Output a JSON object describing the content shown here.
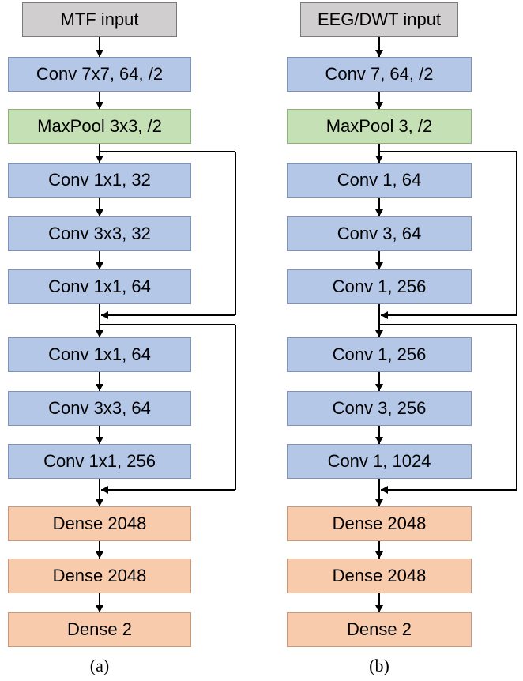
{
  "columns": [
    {
      "blocks": [
        {
          "label": "MTF input",
          "kind": "input"
        },
        {
          "label": "Conv 7x7, 64, /2",
          "kind": "conv"
        },
        {
          "label": "MaxPool 3x3, /2",
          "kind": "pool"
        },
        {
          "label": "Conv 1x1, 32",
          "kind": "conv"
        },
        {
          "label": "Conv 3x3, 32",
          "kind": "conv"
        },
        {
          "label": "Conv 1x1, 64",
          "kind": "conv"
        },
        {
          "label": "Conv 1x1, 64",
          "kind": "conv"
        },
        {
          "label": "Conv 3x3, 64",
          "kind": "conv"
        },
        {
          "label": "Conv 1x1, 256",
          "kind": "conv"
        },
        {
          "label": "Dense 2048",
          "kind": "dense"
        },
        {
          "label": "Dense 2048",
          "kind": "dense"
        },
        {
          "label": "Dense 2",
          "kind": "dense"
        }
      ],
      "caption": "(a)"
    },
    {
      "blocks": [
        {
          "label": "EEG/DWT input",
          "kind": "input"
        },
        {
          "label": "Conv 7, 64, /2",
          "kind": "conv"
        },
        {
          "label": "MaxPool 3, /2",
          "kind": "pool"
        },
        {
          "label": "Conv 1, 64",
          "kind": "conv"
        },
        {
          "label": "Conv 3, 64",
          "kind": "conv"
        },
        {
          "label": "Conv 1, 256",
          "kind": "conv"
        },
        {
          "label": "Conv 1, 256",
          "kind": "conv"
        },
        {
          "label": "Conv 3, 256",
          "kind": "conv"
        },
        {
          "label": "Conv 1, 1024",
          "kind": "conv"
        },
        {
          "label": "Dense 2048",
          "kind": "dense"
        },
        {
          "label": "Dense 2048",
          "kind": "dense"
        },
        {
          "label": "Dense 2",
          "kind": "dense"
        }
      ],
      "caption": "(b)"
    }
  ],
  "colors": {
    "input": "#d0cece",
    "conv": "#b4c7e7",
    "pool": "#c5e0b4",
    "dense": "#f8cbad",
    "wire": "#000000"
  }
}
